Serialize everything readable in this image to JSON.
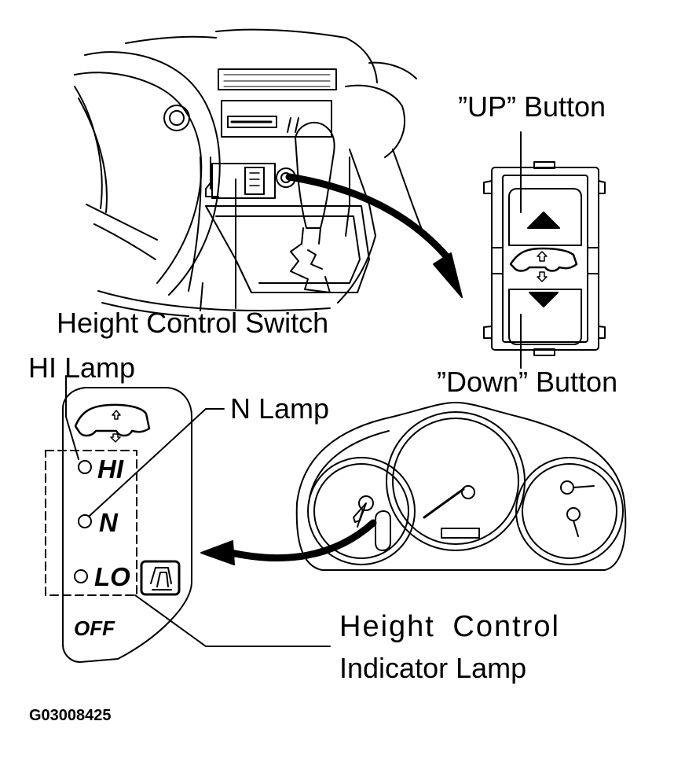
{
  "labels": {
    "up_button": "”UP” Button",
    "down_button": "”Down” Button",
    "height_control_switch": "Height Control Switch",
    "hi_lamp": "HI Lamp",
    "n_lamp": "N Lamp",
    "indicator_line1": "Height  Control",
    "indicator_line2": "Indicator Lamp",
    "figure_code": "G03008425"
  },
  "indicator_panel": {
    "hi": "HI",
    "n": "N",
    "lo": "LO",
    "off": "OFF"
  },
  "colors": {
    "ink": "#000000",
    "paper": "#ffffff"
  }
}
